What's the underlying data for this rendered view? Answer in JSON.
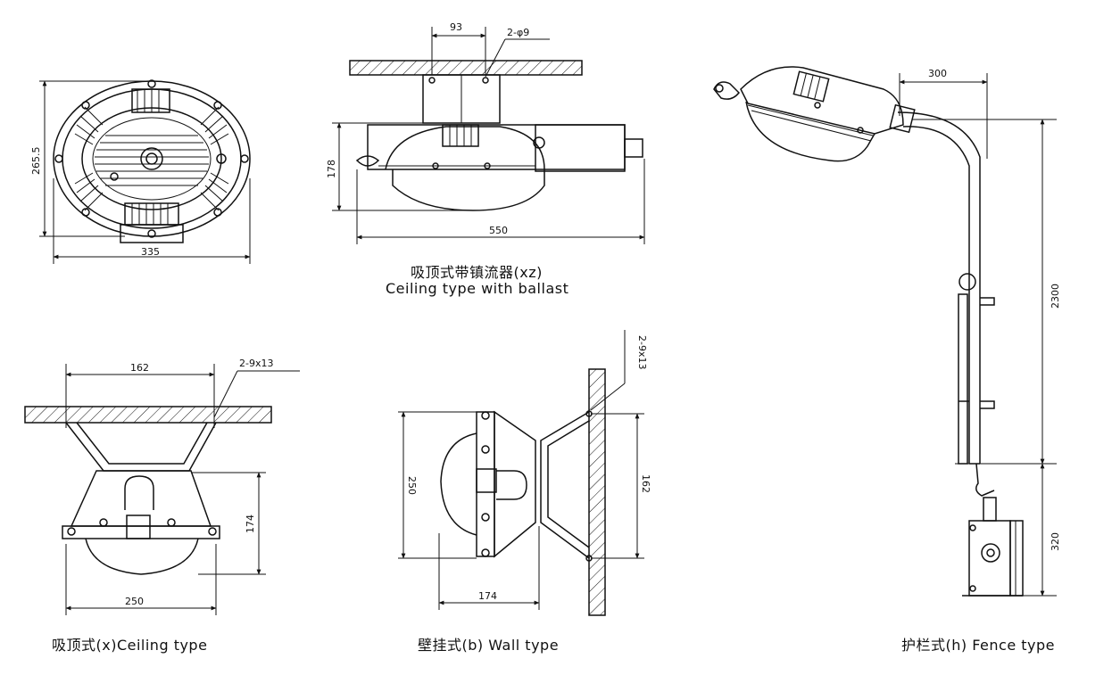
{
  "captions": {
    "xz_cn": "吸顶式带镇流器(xz)",
    "xz_en": "Ceiling type with ballast",
    "x": "吸顶式(x)Ceiling type",
    "b": "壁挂式(b) Wall type",
    "h": "护栏式(h) Fence type"
  },
  "dimensions": {
    "top_width": "335",
    "top_height": "265.5",
    "xz_spacing": "93",
    "xz_holes": "2-φ9",
    "xz_height": "178",
    "xz_length": "550",
    "x_spacing": "162",
    "x_holes": "2-9x13",
    "x_height": "174",
    "x_width": "250",
    "b_holes": "2-9x13",
    "b_height": "250",
    "b_spacing": "162",
    "b_depth": "174",
    "h_reach": "300",
    "h_height": "2300",
    "h_box": "320"
  }
}
